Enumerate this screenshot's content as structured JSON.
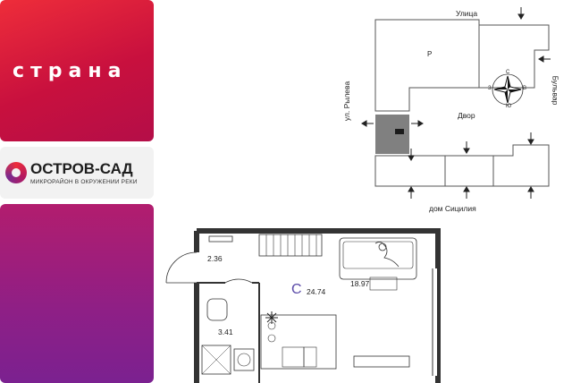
{
  "brand": {
    "logo_text": "страна"
  },
  "project": {
    "title": "ОСТРОВ-САД",
    "subtitle": "МИКРОРАЙОН В ОКРУЖЕНИИ РЕКИ"
  },
  "siteplan": {
    "street": "Улица",
    "rylyeva": "ул. Рылева",
    "boulevard": "Бульвар",
    "yard": "Двор",
    "parking": "Р",
    "house_sicily": "дом Сицилия",
    "compass": {
      "n": "С",
      "s": "Ю",
      "e": "В",
      "w": "З"
    }
  },
  "floorplan": {
    "hall_area": "2.36",
    "room_area": "18.97",
    "total_area": "24.74",
    "total_symbol": "C",
    "bath_area": "3.41"
  },
  "colors": {
    "brand_red": "#ee2d3a",
    "brand_violet": "#8e1f86"
  }
}
